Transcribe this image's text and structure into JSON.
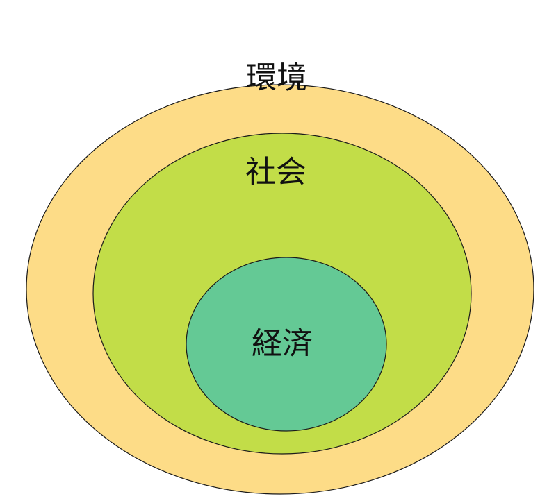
{
  "diagram": {
    "type": "nested-circles",
    "outer": {
      "label": "環境",
      "color": "#fddc87"
    },
    "middle": {
      "label": "社会",
      "color": "#c2dd48"
    },
    "inner": {
      "label": "経済",
      "color": "#64c995"
    }
  }
}
